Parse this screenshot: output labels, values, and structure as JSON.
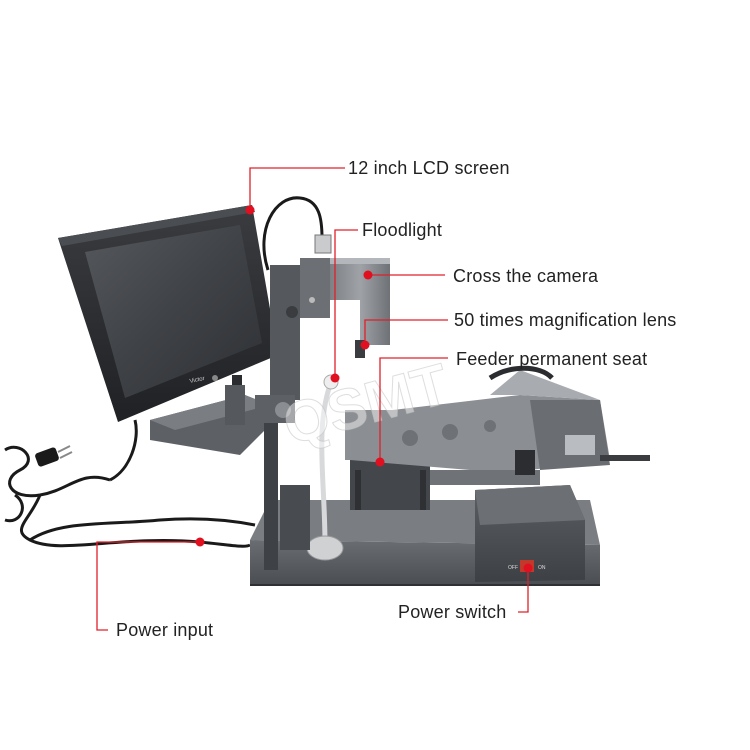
{
  "callouts": {
    "lcd_screen": "12 inch LCD screen",
    "floodlight": "Floodlight",
    "camera": "Cross the camera",
    "lens": "50 times magnification lens",
    "feeder_seat": "Feeder permanent seat",
    "power_switch": "Power switch",
    "power_input": "Power input"
  },
  "watermark": "QSMT",
  "monitor_brand": "Victor",
  "switch_labels": {
    "off": "OFF",
    "on": "ON"
  },
  "colors": {
    "callout_line": "#e0202a",
    "callout_dot": "#e01020",
    "label_text": "#222222",
    "machine_dark": "#4a4d52",
    "machine_mid": "#6b6e73",
    "machine_light": "#9a9da1",
    "base_plate": "#5a5d61"
  }
}
